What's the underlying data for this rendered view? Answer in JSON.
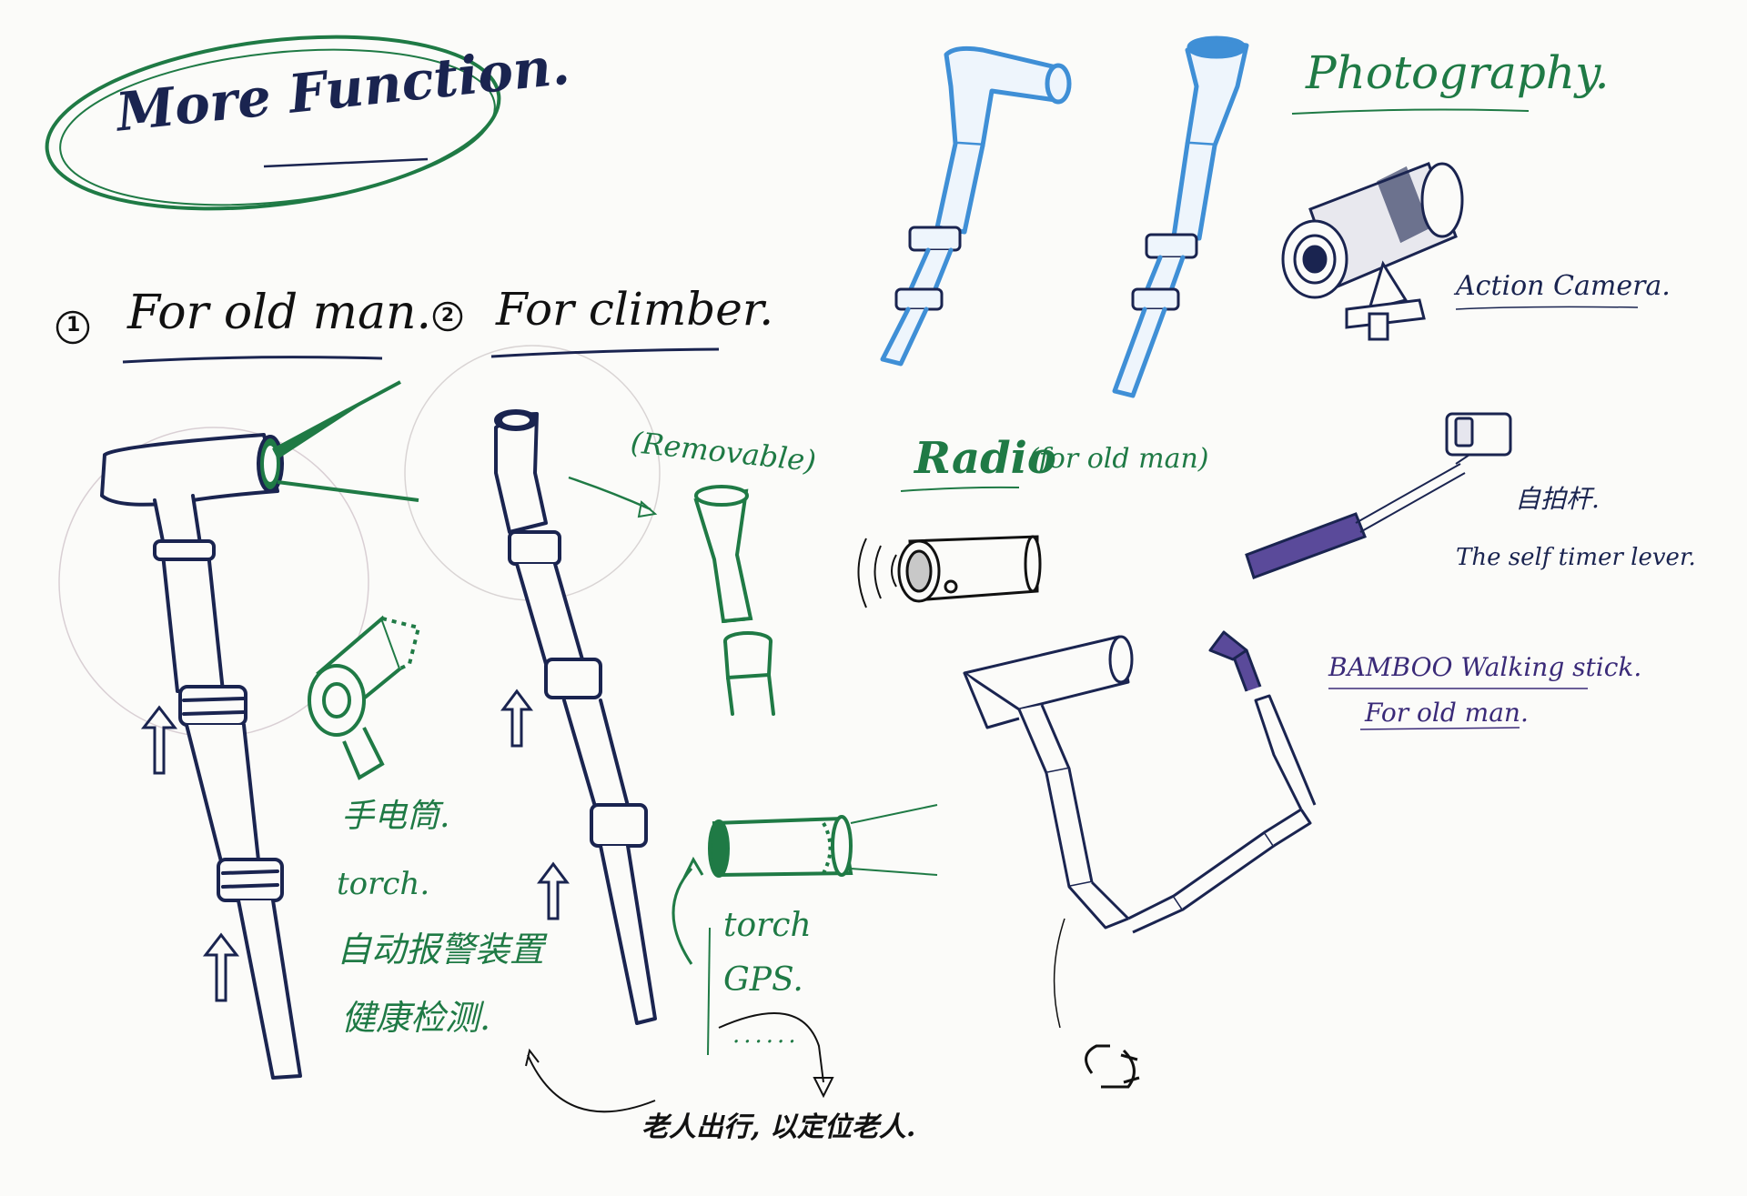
{
  "title": "More Function.",
  "section_old": {
    "number": "1",
    "label": "For old man."
  },
  "section_climber": {
    "number": "2",
    "label": "For climber."
  },
  "removable": "(Removable)",
  "torch_notes": [
    "手电筒.",
    "torch.",
    "自动报警装置",
    "健康检测."
  ],
  "climber_notes": [
    "torch",
    "GPS.",
    "......"
  ],
  "elder_note": "老人出行, 以定位老人.",
  "photography": "Photography.",
  "action_camera": "Action Camera.",
  "radio": "Radio",
  "radio_sub": "(for old man)",
  "selfie_cn": "自拍杆.",
  "selfie_en": "The self timer lever.",
  "bamboo_title": "BAMBOO Walking stick.",
  "bamboo_sub": "For old man.",
  "colors": {
    "navy": "#1a2450",
    "green": "#1f7a45",
    "blue": "#3f8fd6",
    "purple": "#3a2a78"
  }
}
